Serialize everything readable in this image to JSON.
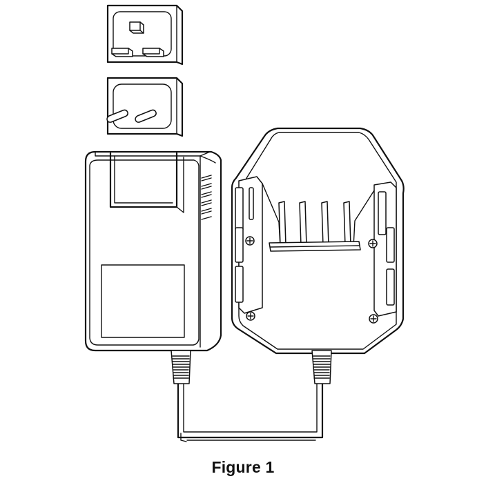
{
  "figure": {
    "caption": "Figure 1",
    "line_color": "#111111",
    "background_color": "#ffffff"
  },
  "components": [
    {
      "name": "uk-plug-adapter",
      "icon": "uk-plug-icon"
    },
    {
      "name": "eu-plug-adapter",
      "icon": "eu-plug-icon"
    },
    {
      "name": "power-adapter-body",
      "icon": "power-adapter-icon"
    },
    {
      "name": "battery-charger-base",
      "icon": "charger-cradle-icon"
    },
    {
      "name": "connecting-cable",
      "icon": "cable-icon"
    }
  ]
}
